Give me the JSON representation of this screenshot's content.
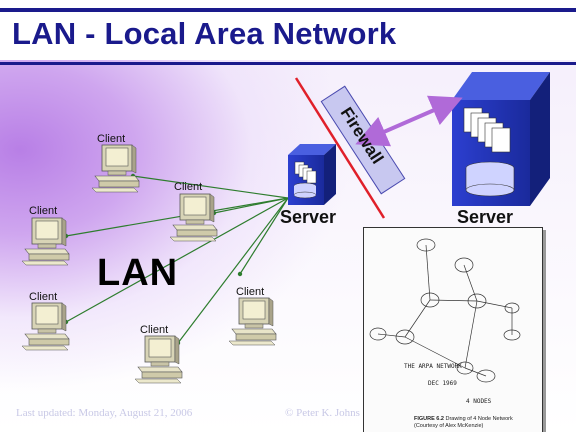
{
  "title": "LAN - Local Area Network",
  "lan_label": "LAN",
  "server_small_label": "Server",
  "server_large_label": "Server",
  "firewall_label": "Firewall",
  "clients": [
    {
      "label": "Client"
    },
    {
      "label": "Client"
    },
    {
      "label": "Client"
    },
    {
      "label": "Client"
    },
    {
      "label": "Client"
    },
    {
      "label": "Client"
    }
  ],
  "footer": {
    "left": "Last updated: Monday, August 21, 2006",
    "right": "© Peter K. Johns"
  },
  "sketch": {
    "caption_fig": "FIGURE 6.2",
    "caption_text": "Drawing of 4 Node Network",
    "caption_credit": "(Courtesy of Alex McKenzie)",
    "handwritten_title": "THE ARPA NETWORK",
    "handwritten_date": "DEC 1969",
    "handwritten_nodes": "4 NODES"
  },
  "colors": {
    "title": "#1a1a8c",
    "link_line": "#2e7d2e",
    "firewall_line": "#e0202a",
    "firewall_box": "#c8c8f0",
    "arrow": "#b06ad8",
    "server_box": "#2a3fc8"
  }
}
